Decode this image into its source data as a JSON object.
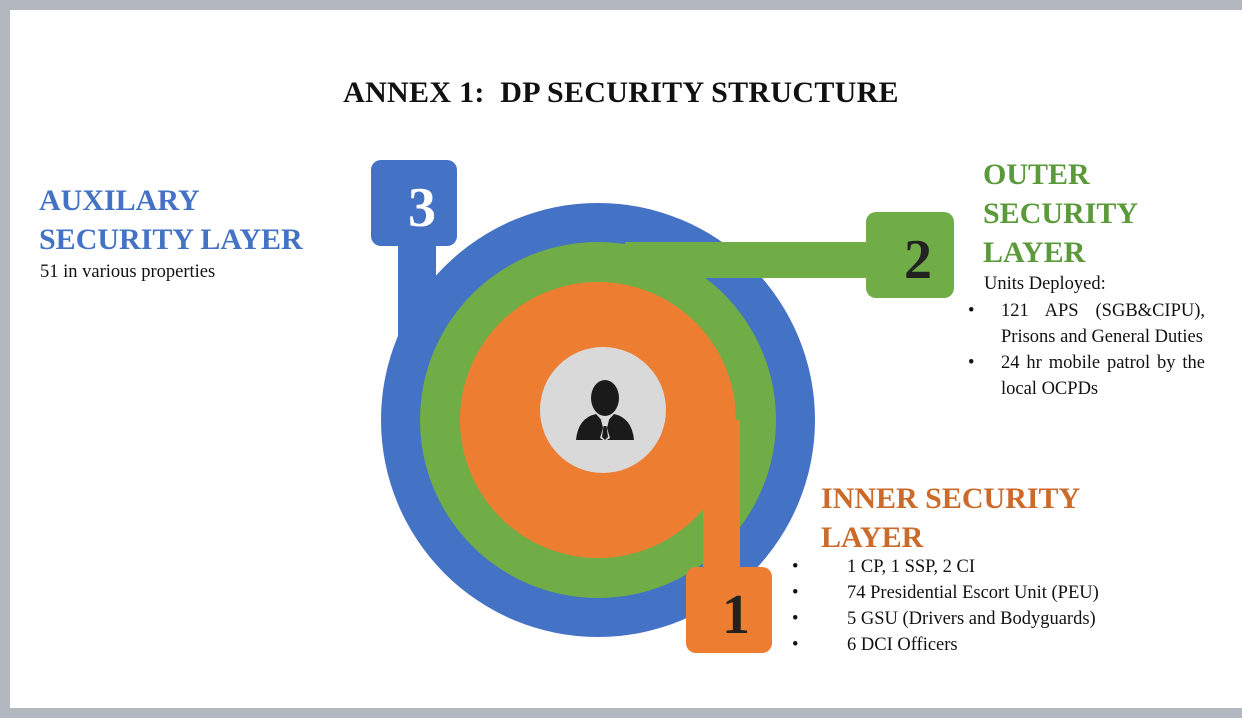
{
  "title": "ANNEX 1:  DP SECURITY STRUCTURE",
  "layers": {
    "auxiliary": {
      "number": "3",
      "title_line1": "AUXILARY",
      "title_line2": "SECURITY LAYER",
      "subtitle": "51 in various properties",
      "color": "#4472c4"
    },
    "outer": {
      "number": "2",
      "title_line1": "OUTER",
      "title_line2": "SECURITY",
      "title_line3": "LAYER",
      "units_label": "Units Deployed:",
      "items": [
        "121 APS (SGB&CIPU), Prisons and General Duties",
        "24 hr mobile patrol by the local OCPDs"
      ],
      "color": "#70ad47"
    },
    "inner": {
      "number": "1",
      "title_line1": "INNER SECURITY",
      "title_line2": "LAYER",
      "items": [
        "1 CP,  1 SSP, 2 CI",
        "74 Presidential Escort Unit (PEU)",
        "5 GSU (Drivers and Bodyguards)",
        "6 DCI Officers"
      ],
      "color": "#ed7d31"
    }
  },
  "center_icon": "person-icon"
}
